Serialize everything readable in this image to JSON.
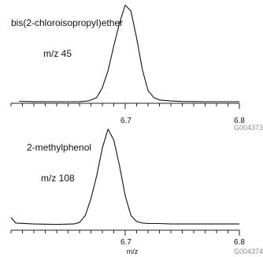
{
  "chart_data": [
    {
      "type": "line",
      "compound": "bis(2-chloroisopropyl)ether",
      "ion": "m/z 45",
      "figure_id": "G004373",
      "x_ticks": [
        "6.7",
        "6.8"
      ],
      "xlim": [
        6.6,
        6.8
      ],
      "ylim": [
        0,
        100
      ],
      "x": [
        6.607,
        6.62,
        6.64,
        6.66,
        6.668,
        6.675,
        6.68,
        6.685,
        6.69,
        6.695,
        6.7,
        6.705,
        6.71,
        6.715,
        6.72,
        6.725,
        6.73,
        6.74,
        6.75,
        6.77,
        6.8
      ],
      "y": [
        1.2,
        0.9,
        0.8,
        0.9,
        1.6,
        5,
        15,
        32,
        57,
        80,
        98,
        92,
        65,
        33,
        12,
        5,
        2.5,
        1.5,
        1,
        0.8,
        0.8
      ]
    },
    {
      "type": "line",
      "compound": "2-methylphenol",
      "ion": "m/z 108",
      "figure_id": "G004374",
      "x_ticks": [
        "6.7",
        "6.8"
      ],
      "xlabel": "m/z",
      "xlim": [
        6.6,
        6.8
      ],
      "ylim": [
        0,
        100
      ],
      "x": [
        6.6,
        6.604,
        6.62,
        6.64,
        6.655,
        6.66,
        6.665,
        6.67,
        6.675,
        6.68,
        6.685,
        6.69,
        6.695,
        6.7,
        6.705,
        6.71,
        6.715,
        6.72,
        6.73,
        6.74,
        6.77,
        6.8
      ],
      "y": [
        8,
        2.5,
        1.5,
        1,
        1.5,
        3,
        10,
        27,
        50,
        78,
        97,
        86,
        60,
        30,
        10,
        4,
        2.5,
        2,
        2,
        1.5,
        1.5,
        1.5
      ]
    }
  ]
}
